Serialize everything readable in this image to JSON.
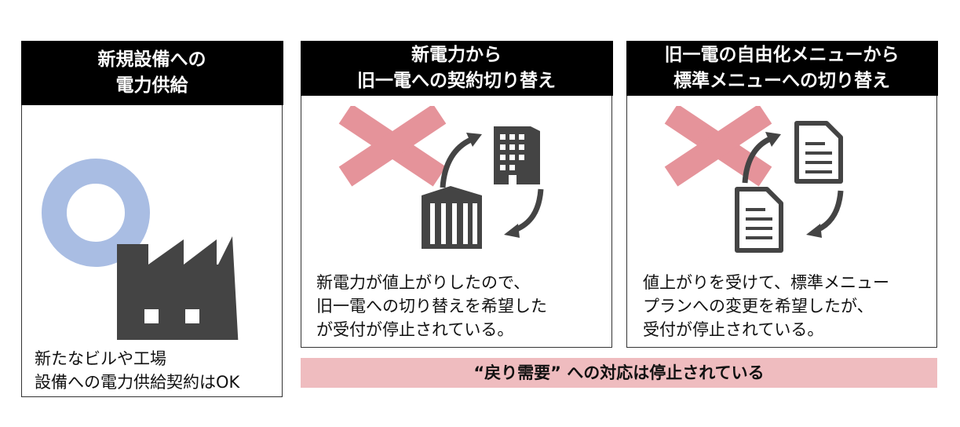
{
  "panels": [
    {
      "title_lines": [
        "新規設備への",
        "電力供給"
      ],
      "description_lines": [
        "新たなビルや工場",
        "設備への電力供給契約はOK"
      ],
      "icons": [
        "power-ring-icon",
        "factory-icon"
      ]
    },
    {
      "title_lines": [
        "新電力から",
        "旧一電への契約切り替え"
      ],
      "description_lines": [
        "新電力が値上がりしたので、",
        "旧一電への切り替えを希望した",
        "が受付が停止されている。"
      ],
      "icons": [
        "cross-icon",
        "building-icon",
        "power-company-icon",
        "arrow-up-right-icon",
        "arrow-down-left-icon"
      ]
    },
    {
      "title_lines": [
        "旧一電の自由化メニューから",
        "標準メニューへの切り替え"
      ],
      "description_lines": [
        "値上がりを受けて、標準メニュー",
        "プランへの変更を希望したが、",
        "受付が停止されている。"
      ],
      "icons": [
        "cross-icon",
        "document-icon",
        "document-icon",
        "arrow-up-right-icon",
        "arrow-down-left-icon"
      ]
    }
  ],
  "banner": {
    "text": "“戻り需要” への対応は停止されている"
  },
  "colors": {
    "header_bg": "#000000",
    "cross": "#e5939a",
    "ring": "#a9bde3",
    "icon_dark": "#444444",
    "banner_bg": "#efbcbf"
  }
}
